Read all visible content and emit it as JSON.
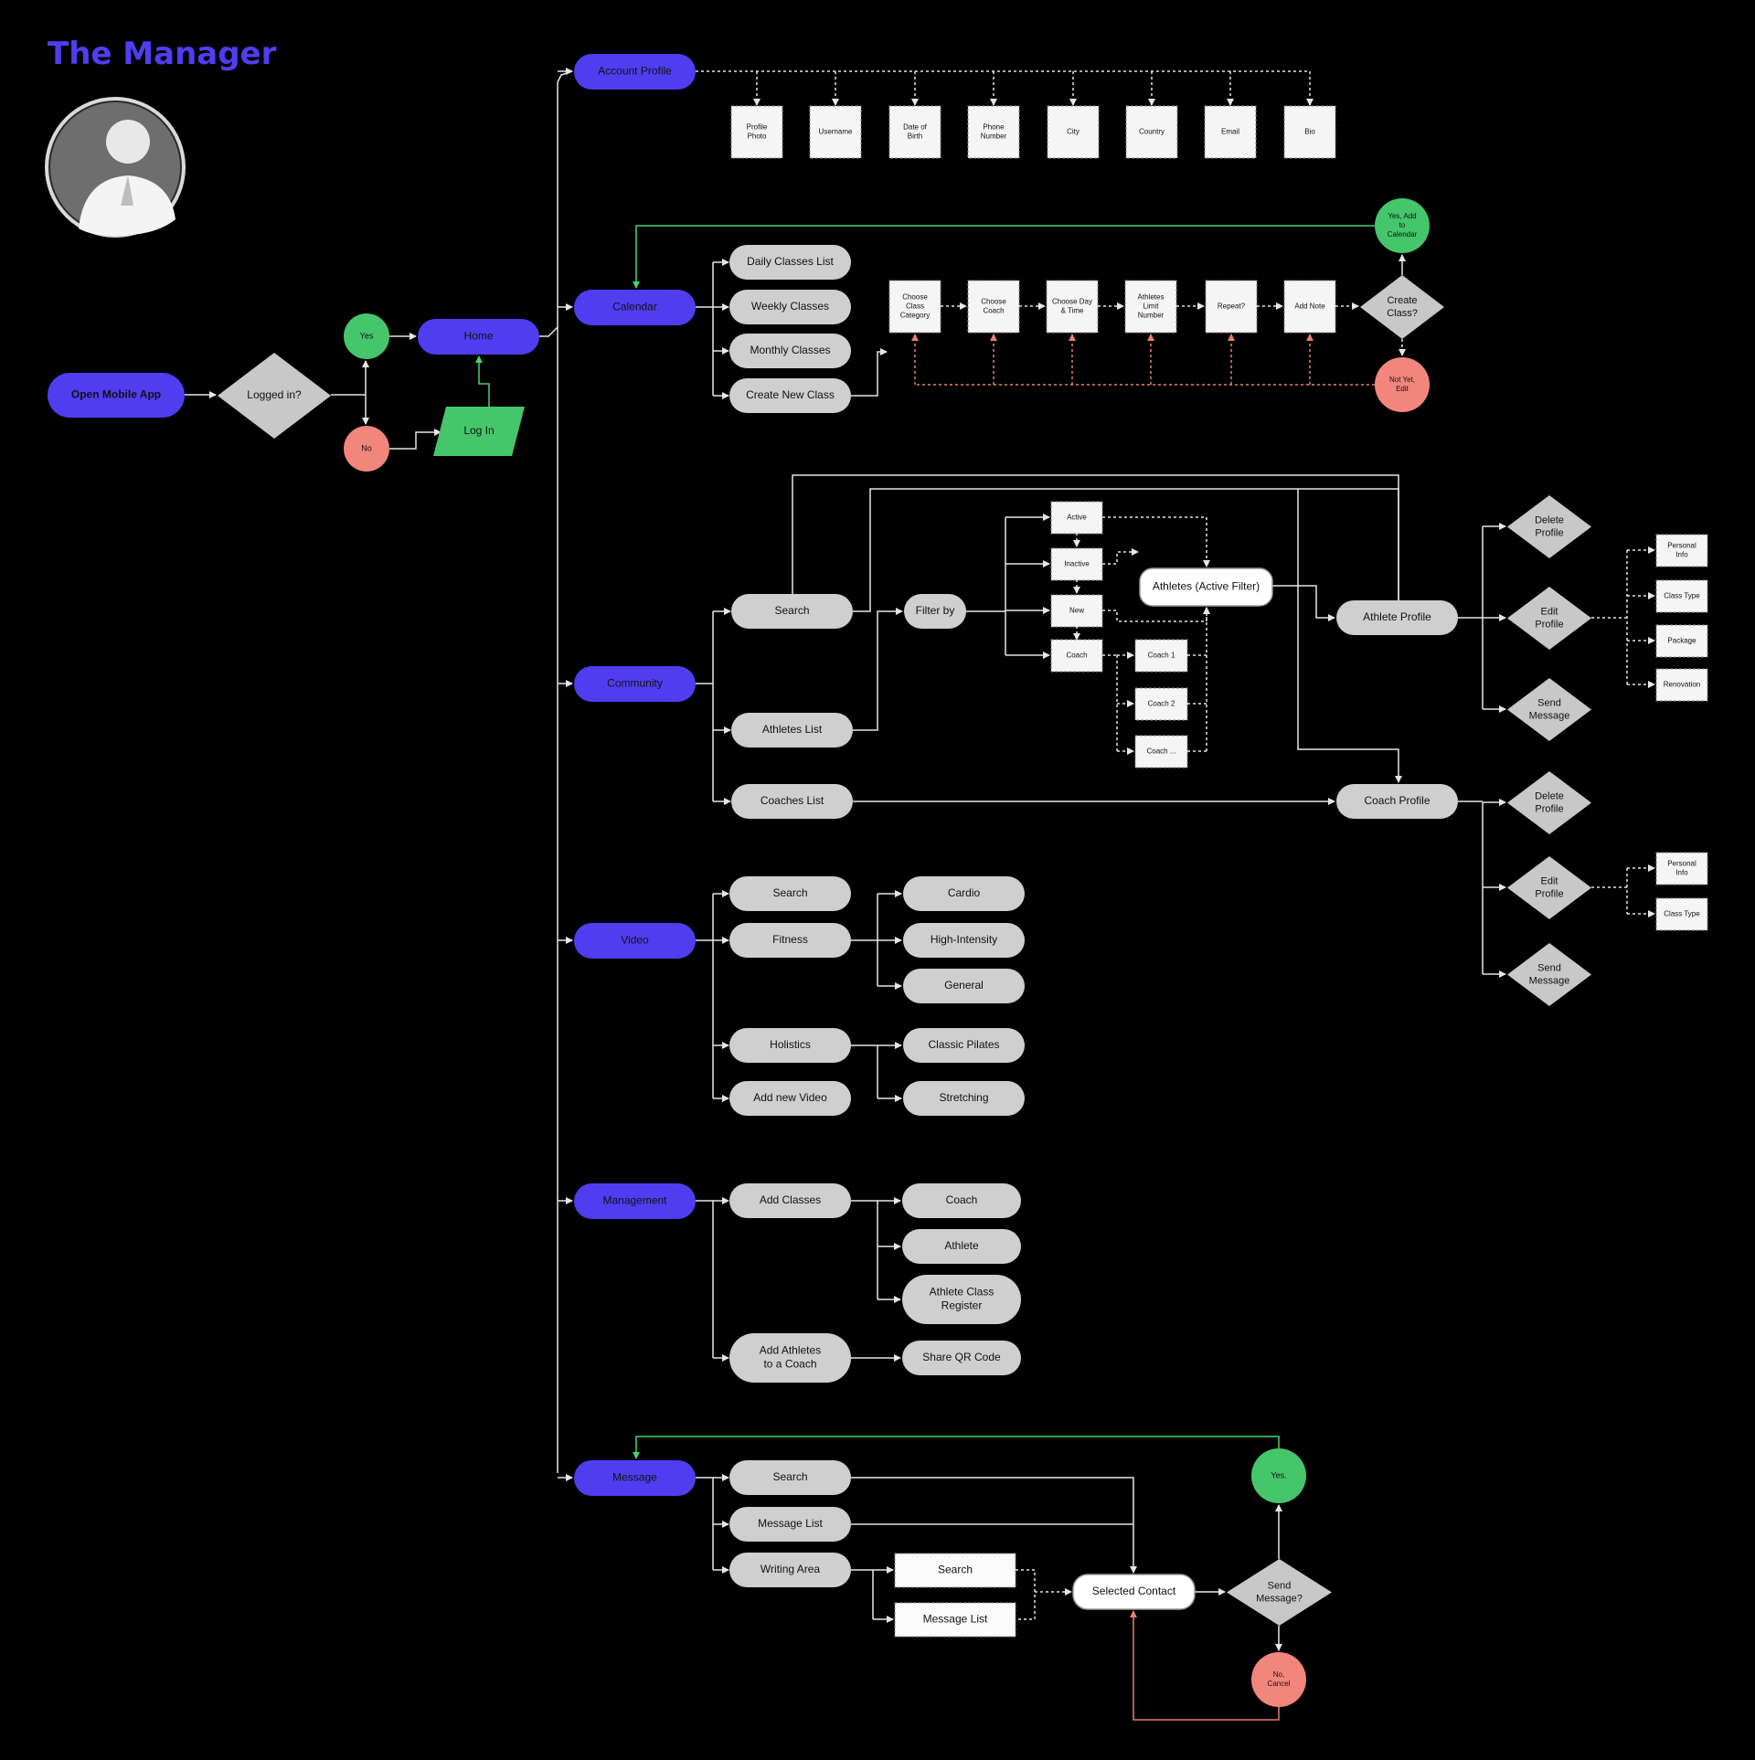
{
  "title": "The Manager",
  "colors": {
    "background": "#000000",
    "primary": "#4f3ef0",
    "node_gray": "#cfcfcf",
    "decision_gray": "#c8c8c8",
    "yes_green": "#45c66a",
    "no_red": "#f2867c",
    "connector_white": "#e6e6e6",
    "connector_green": "#4ccf6e",
    "connector_red": "#e8806f"
  },
  "avatar": {
    "icon": "user-photo-icon"
  },
  "start": {
    "open_app": "Open Mobile App",
    "logged_in": "Logged in?",
    "yes": "Yes",
    "no": "No",
    "log_in": "Log In",
    "home": "Home"
  },
  "account": {
    "label": "Account Profile",
    "fields": [
      "Profile Photo",
      "Username",
      "Date of Birth",
      "Phone Number",
      "City",
      "Country",
      "Email",
      "Bio"
    ]
  },
  "calendar": {
    "label": "Calendar",
    "items": [
      "Daily Classes List",
      "Weekly Classes",
      "Monthly Classes",
      "Create New Class"
    ],
    "steps": [
      "Choose Class Category",
      "Choose Coach",
      "Choose Day & Time",
      "Athletes Limit Number",
      "Repeat?",
      "Add Note"
    ],
    "decision": "Create Class?",
    "yes": "Yes, Add to Calendar",
    "no": "Not Yet, Edit"
  },
  "community": {
    "label": "Community",
    "search": "Search",
    "athletes_list": "Athletes List",
    "coaches_list": "Coaches List",
    "filter_by": "Filter by",
    "filters": [
      "Active",
      "Inactive",
      "New",
      "Coach"
    ],
    "coaches": [
      "Coach 1",
      "Coach 2",
      "Coach ..."
    ],
    "active_filter": "Athletes (Active Filter)",
    "athlete_profile": "Athlete Profile",
    "coach_profile": "Coach Profile",
    "athlete_actions": [
      "Delete Profile",
      "Edit Profile",
      "Send Message"
    ],
    "athlete_edit_fields": [
      "Personal Info",
      "Class Type",
      "Package",
      "Renovation"
    ],
    "coach_actions": [
      "Delete Profile",
      "Edit Profile",
      "Send Message"
    ],
    "coach_edit_fields": [
      "Personal Info",
      "Class Type"
    ]
  },
  "video": {
    "label": "Video",
    "items": [
      "Search",
      "Fitness",
      "Holistics",
      "Add new Video"
    ],
    "fitness": [
      "Cardio",
      "High-Intensity",
      "General"
    ],
    "holistics": [
      "Classic Pilates",
      "Stretching"
    ]
  },
  "management": {
    "label": "Management",
    "add_classes": "Add Classes",
    "add_classes_items": [
      "Coach",
      "Athlete",
      "Athlete Class Register"
    ],
    "add_athletes": "Add Athletes to a Coach",
    "share_qr": "Share QR Code"
  },
  "message": {
    "label": "Message",
    "items": [
      "Search",
      "Message List",
      "Writing Area"
    ],
    "writing_items": [
      "Search",
      "Message List"
    ],
    "selected_contact": "Selected Contact",
    "decision": "Send Message?",
    "yes": "Yes.",
    "no": "No, Cancel"
  }
}
